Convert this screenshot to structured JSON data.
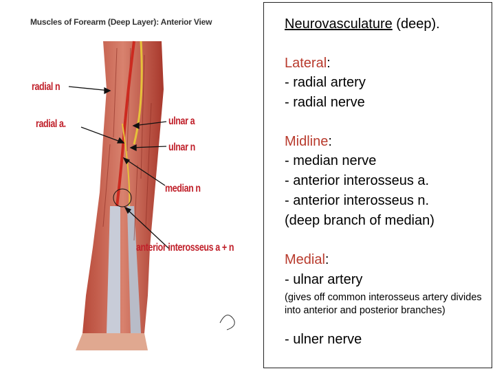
{
  "figure": {
    "title": "Muscles of Forearm (Deep Layer): Anterior View",
    "labels": {
      "radial_n": "radial n",
      "radial_a": "radial a.",
      "ulnar_a": "ulnar a",
      "ulnar_n": "ulnar n",
      "median_n": "median n",
      "anterior_interosseus": "anterior interosseus a + n"
    }
  },
  "notes": {
    "heading": "Neurovasculature",
    "heading_suffix": " (deep).",
    "lateral": {
      "title": "Lateral",
      "colon": ":",
      "items": [
        "- radial artery",
        "- radial nerve"
      ]
    },
    "midline": {
      "title": "Midline",
      "colon": ":",
      "items": [
        "- median nerve",
        "- anterior interosseus a.",
        "- anterior interosseus n.",
        "(deep branch of median)"
      ]
    },
    "medial": {
      "title": "Medial",
      "colon": ":",
      "item1": "- ulnar artery",
      "detail": "(gives off common interosseus artery divides into anterior and posterior branches)",
      "item2": "- ulner nerve"
    }
  },
  "colors": {
    "label_red": "#c0202a",
    "heading_red": "#b83a2c"
  }
}
